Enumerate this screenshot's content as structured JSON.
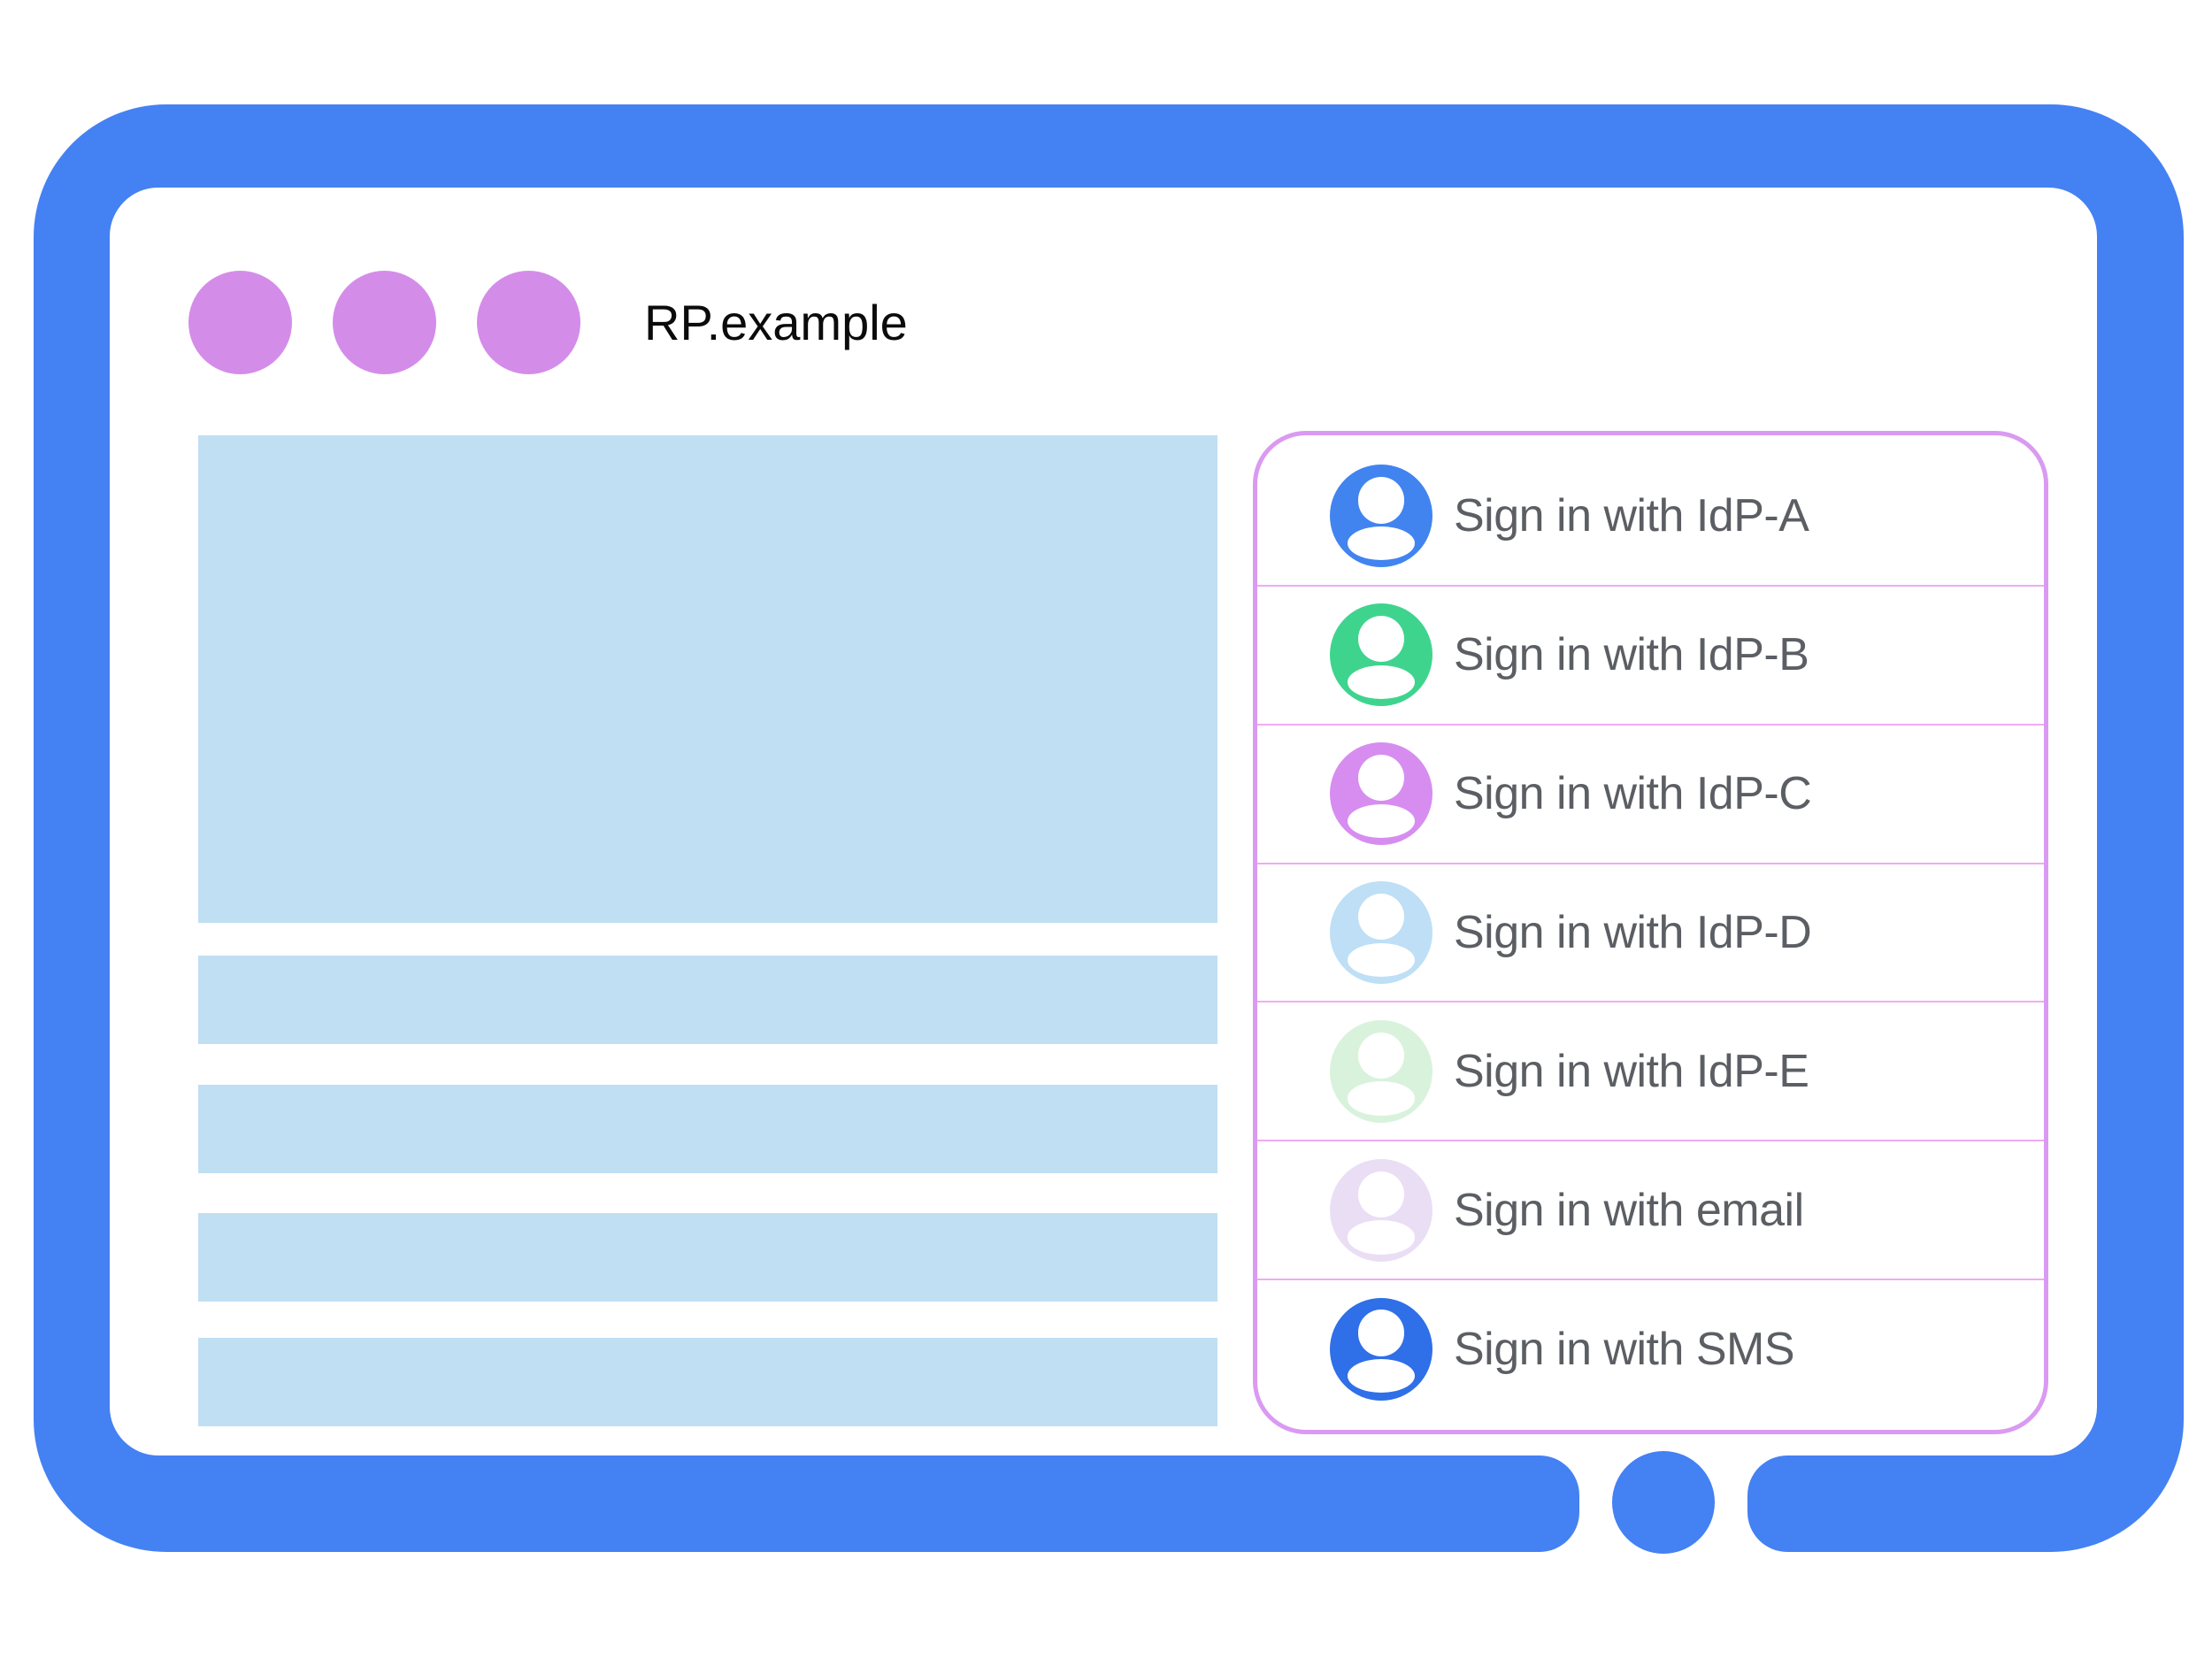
{
  "window": {
    "title": "RP.example"
  },
  "signin_panel": {
    "options": [
      {
        "id": "idp-a",
        "label": "Sign in with IdP-A",
        "avatar_color": "#4184f0"
      },
      {
        "id": "idp-b",
        "label": "Sign in with IdP-B",
        "avatar_color": "#3fd48e"
      },
      {
        "id": "idp-c",
        "label": "Sign in with IdP-C",
        "avatar_color": "#d78df0"
      },
      {
        "id": "idp-d",
        "label": "Sign in with IdP-D",
        "avatar_color": "#bedff5"
      },
      {
        "id": "idp-e",
        "label": "Sign in with IdP-E",
        "avatar_color": "#d9f2dc"
      },
      {
        "id": "email",
        "label": "Sign in with email",
        "avatar_color": "#eadef5"
      },
      {
        "id": "sms",
        "label": "Sign in with SMS",
        "avatar_color": "#2f6fe8"
      }
    ]
  },
  "colors": {
    "frame": "#4481f3",
    "screen": "#ffffff",
    "home_button": "#4481f3",
    "window_dot": "#d48ce9",
    "placeholder": "#c0dff3",
    "panel_border": "#da9af2",
    "divider": "#f0abf2",
    "option_label": "#5b5e63",
    "title": "#0b0b0b"
  }
}
